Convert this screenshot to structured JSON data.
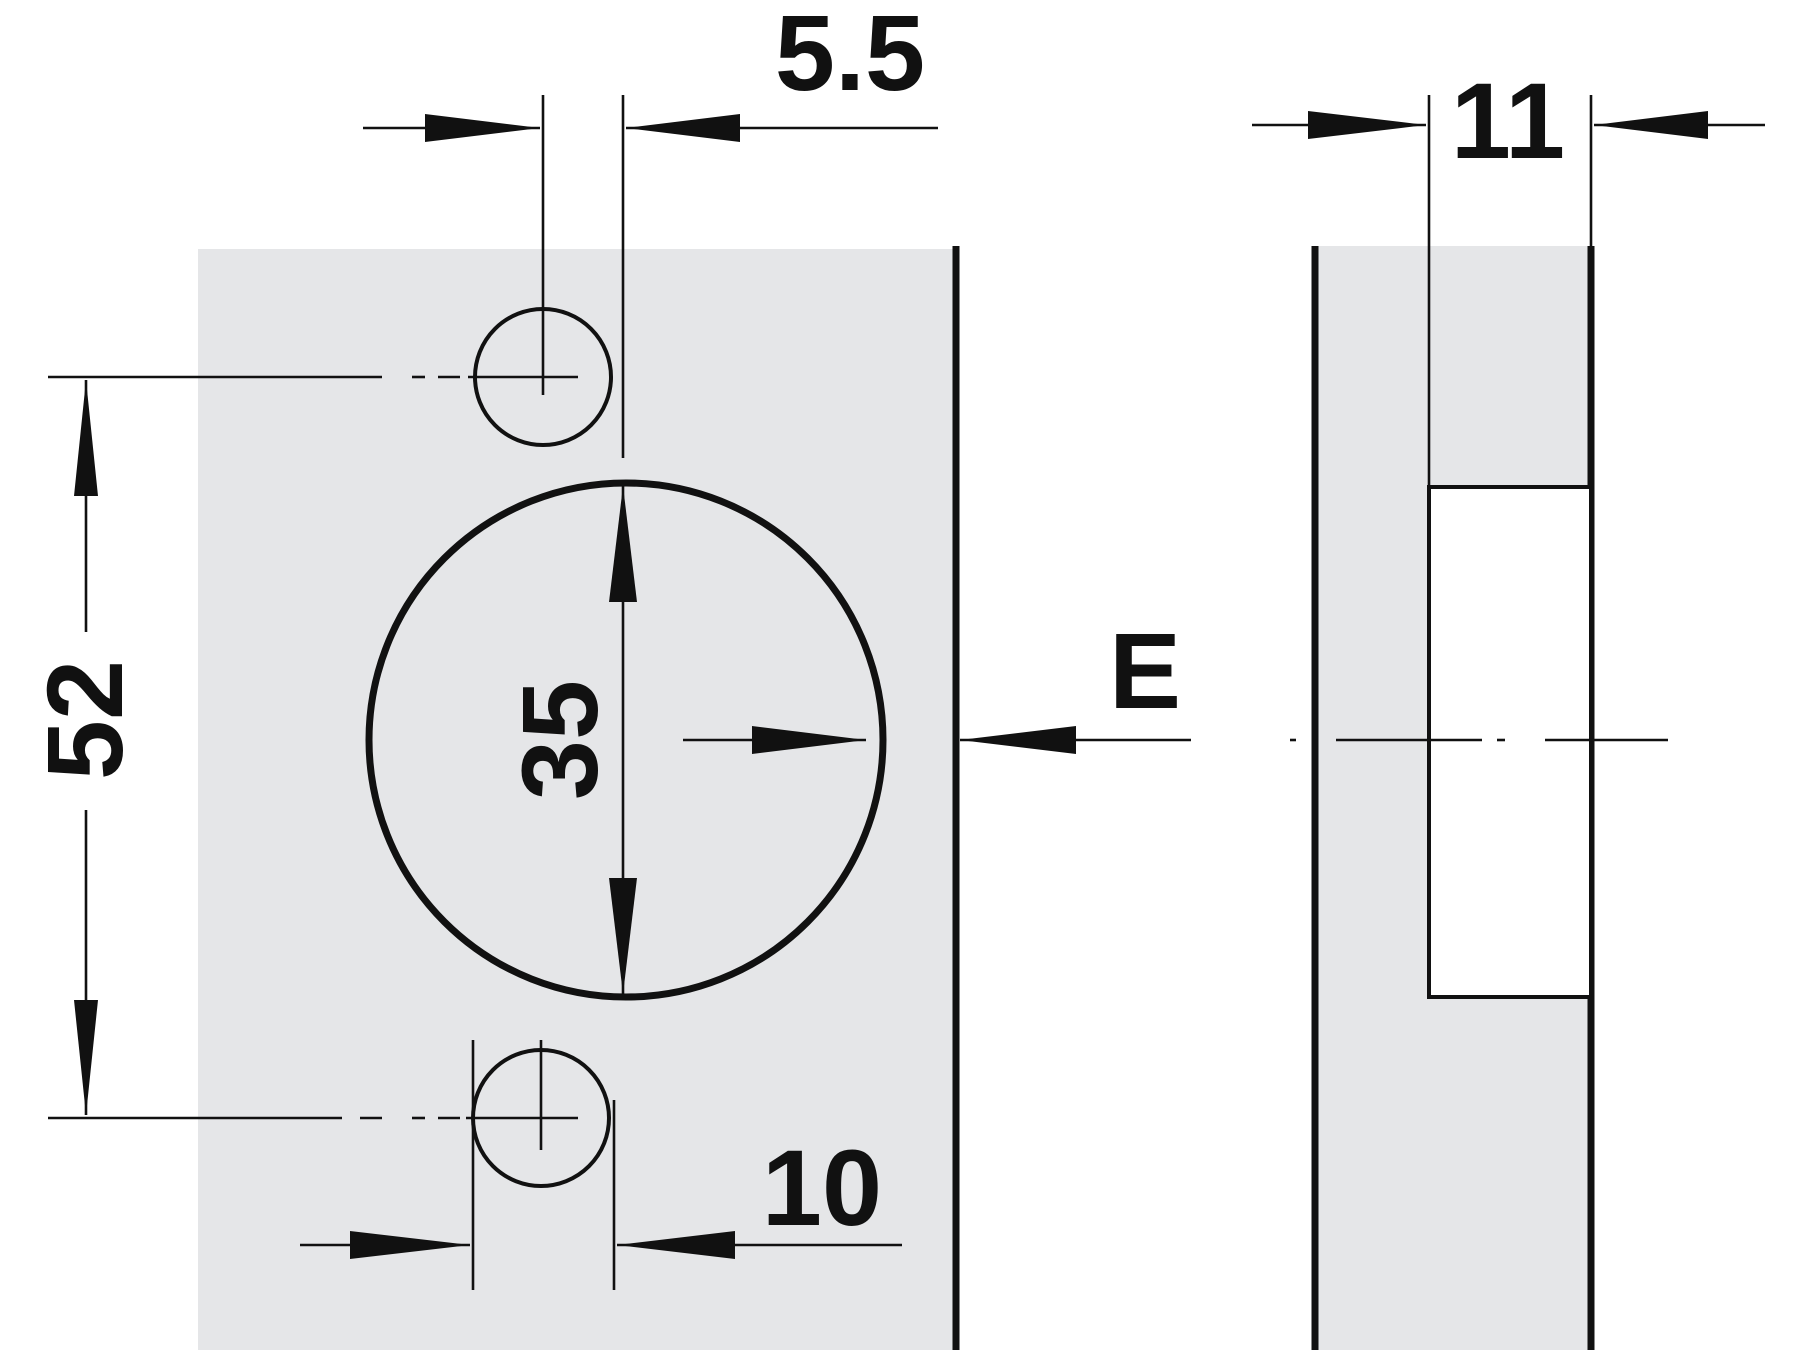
{
  "colors": {
    "panel": "#e5e6e8",
    "line": "#111111",
    "background": "#ffffff"
  },
  "dimensions": {
    "screw_offset": "5.5",
    "panel_thickness": "11",
    "hole_spacing": "52",
    "cup_diameter": "35",
    "edge_distance": "E",
    "screw_diameter": "10"
  }
}
